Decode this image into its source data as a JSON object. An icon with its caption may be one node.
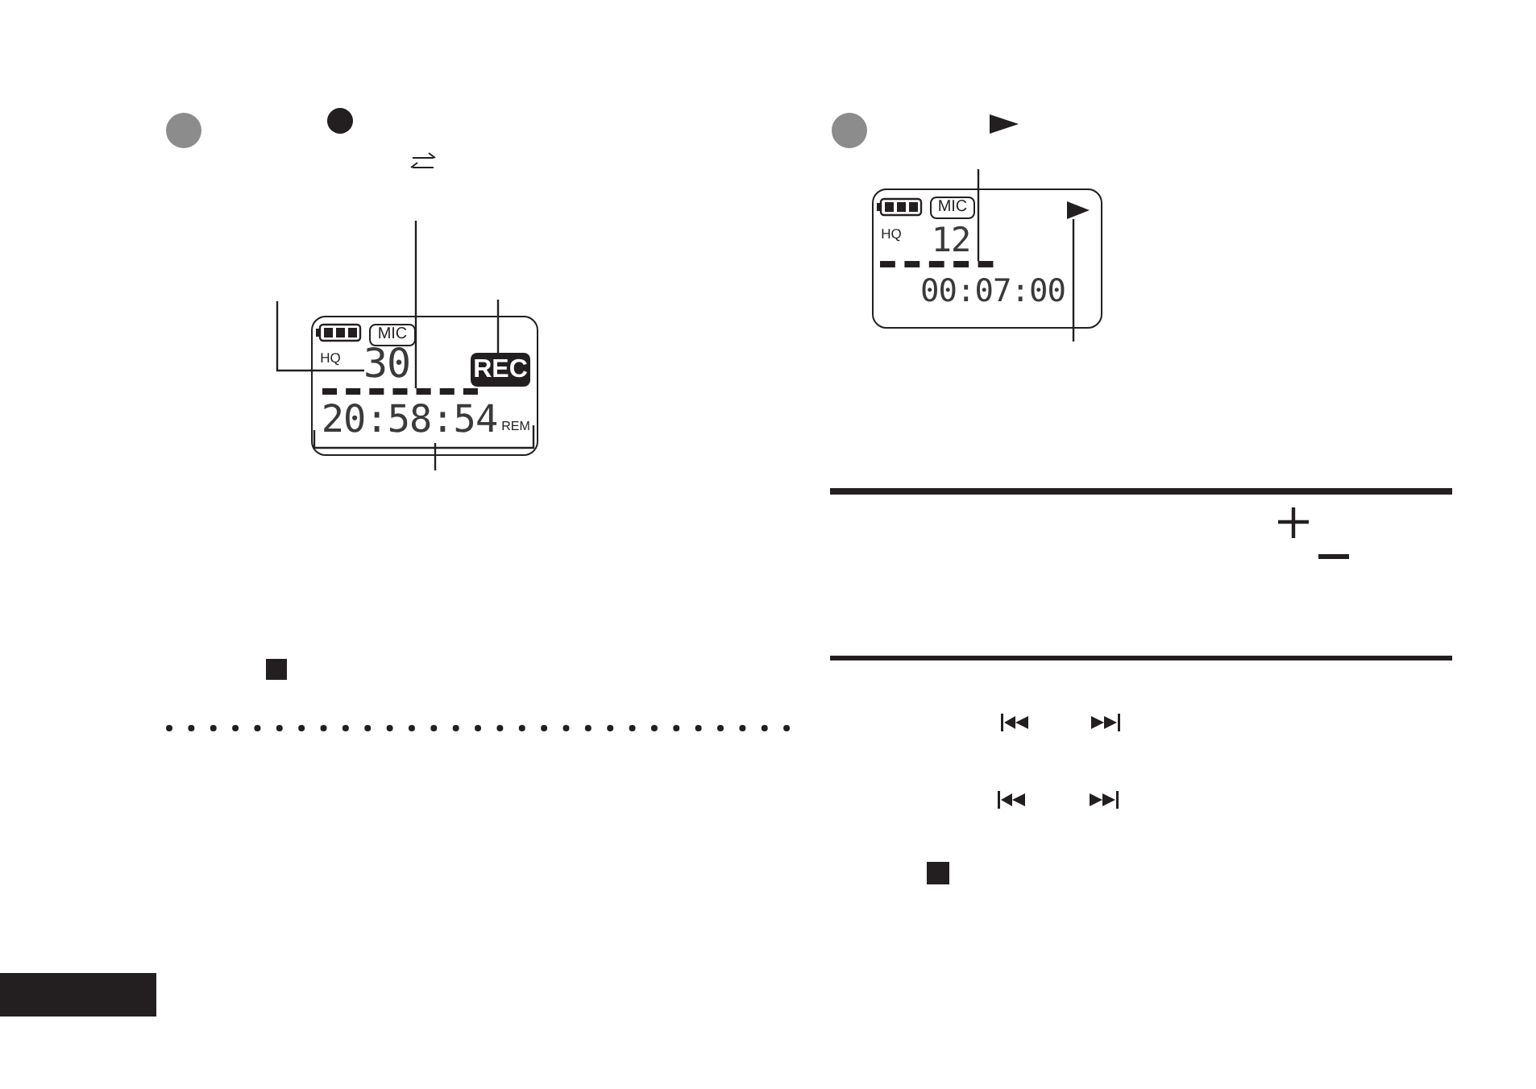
{
  "diagram": {
    "nodes": [
      {
        "text": [],
        "shape": "box"
      },
      {
        "text": [
          "MIC"
        ],
        "in": 0
      },
      {
        "text": [
          "HQ"
        ],
        "in": 0
      },
      {
        "text": [
          "30"
        ],
        "in": 0
      },
      {
        "text": [],
        "shape": "bar",
        "in": 0
      },
      {
        "text": [
          "REC"
        ],
        "in": 0
      },
      {
        "text": [
          "20:58:54"
        ],
        "in": 0
      },
      {
        "text": [
          "REM"
        ],
        "in": 0
      },
      {
        "text": [],
        "shape": "box"
      },
      {
        "text": [
          "MIC"
        ],
        "in": 8
      },
      {
        "text": [
          "HQ"
        ],
        "in": 8
      },
      {
        "text": [
          "12"
        ],
        "in": 8
      },
      {
        "text": [],
        "shape": "bar",
        "in": 8
      },
      {
        "text": [
          "00:07:00"
        ],
        "in": 8
      },
      {
        "text": [],
        "shape": "triangle",
        "in": 8
      }
    ],
    "edges": [
      {
        "from": null,
        "to": 3,
        "arrow": "none"
      },
      {
        "from": null,
        "to": 4,
        "arrow": "none"
      },
      {
        "from": null,
        "to": 5,
        "arrow": "none"
      },
      {
        "from": null,
        "to": 6,
        "arrow": "none"
      },
      {
        "from": null,
        "to": 12,
        "arrow": "none"
      },
      {
        "from": null,
        "to": 14,
        "arrow": "none"
      }
    ]
  }
}
